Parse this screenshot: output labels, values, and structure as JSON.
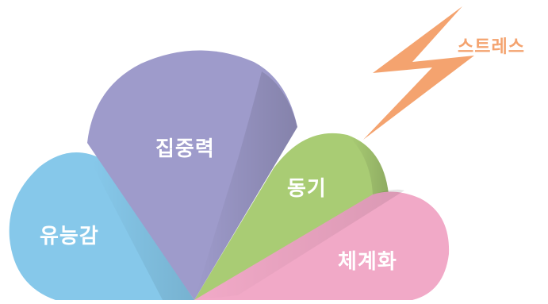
{
  "petals": [
    {
      "key": "motivation",
      "label": "동기",
      "color": "#a9cc74"
    },
    {
      "key": "efficacy",
      "label": "유능감",
      "color": "#86c8ea"
    },
    {
      "key": "focus",
      "label": "집중력",
      "color": "#9e9bcb"
    },
    {
      "key": "system",
      "label": "체계화",
      "color": "#f1a9c7"
    }
  ],
  "stress": {
    "label": "스트레스",
    "color": "#f4a36f"
  }
}
